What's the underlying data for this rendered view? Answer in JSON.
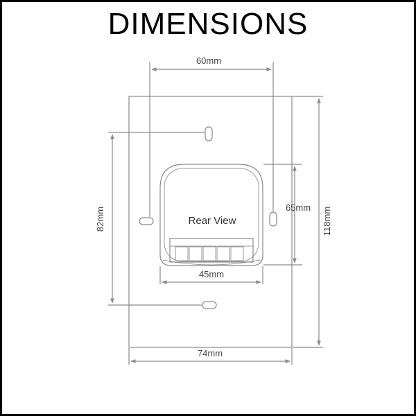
{
  "title": "DIMENSIONS",
  "view_label": "Rear View",
  "dimensions": {
    "hole_spacing": "60mm",
    "body_height": "65mm",
    "body_width": "45mm",
    "slot_spacing": "82mm",
    "plate_height": "118mm",
    "plate_width": "74mm"
  },
  "colors": {
    "line": "#8a8a8a",
    "text": "#444444",
    "title": "#000000"
  }
}
